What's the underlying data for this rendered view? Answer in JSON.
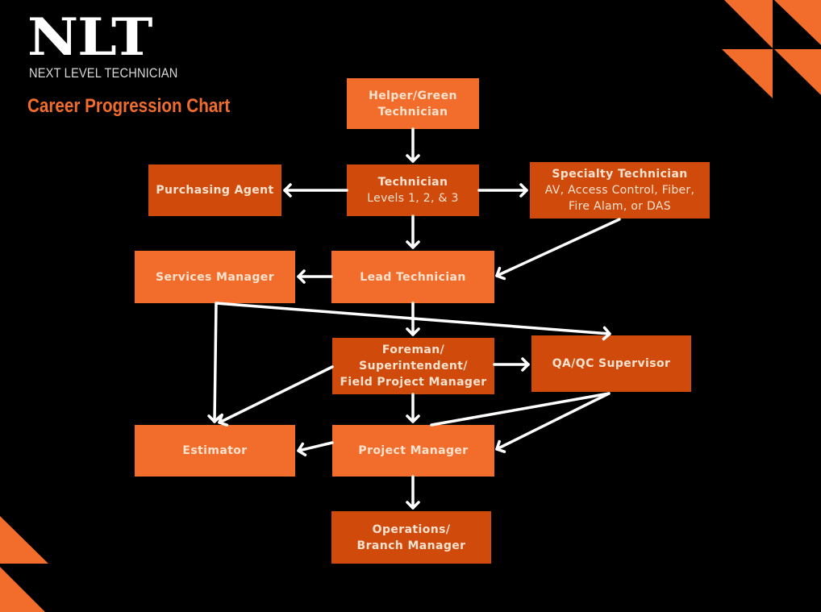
{
  "logo": {
    "main": "NLT",
    "sub": "NEXT LEVEL TECHNICIAN"
  },
  "title": "Career Progression Chart",
  "colors": {
    "background": "#000000",
    "light_orange": "#f26d2b",
    "dark_orange": "#d04a0c",
    "connector": "#ffffff",
    "box_text": "#fbe3cf"
  },
  "nodes": {
    "helper": {
      "lines": [
        "Helper/Green",
        "Technician"
      ]
    },
    "technician": {
      "title": "Technician",
      "subtitle": "Levels 1, 2, & 3"
    },
    "purchasing": {
      "title": "Purchasing Agent"
    },
    "specialty": {
      "title": "Specialty Technician",
      "subtitle_lines": [
        "AV, Access Control, Fiber,",
        "Fire Alam, or DAS"
      ]
    },
    "services": {
      "title": "Services Manager"
    },
    "lead": {
      "title": "Lead Technician"
    },
    "foreman": {
      "lines": [
        "Foreman/",
        "Superintendent/",
        "Field Project Manager"
      ]
    },
    "qaqc": {
      "title": "QA/QC Supervisor"
    },
    "estimator": {
      "title": "Estimator"
    },
    "pm": {
      "title": "Project Manager"
    },
    "ops": {
      "lines": [
        "Operations/",
        "Branch Manager"
      ]
    }
  },
  "edges": [
    {
      "from": "helper",
      "to": "technician",
      "arrow": true
    },
    {
      "from": "technician",
      "to": "purchasing",
      "arrow": true
    },
    {
      "from": "technician",
      "to": "specialty",
      "arrow": true
    },
    {
      "from": "technician",
      "to": "lead",
      "arrow": true
    },
    {
      "from": "specialty",
      "to": "lead",
      "arrow": true
    },
    {
      "from": "lead",
      "to": "services",
      "arrow": true
    },
    {
      "from": "lead",
      "to": "foreman",
      "arrow": true
    },
    {
      "from": "services",
      "to": "qaqc",
      "arrow": true
    },
    {
      "from": "services",
      "to": "estimator",
      "arrow": true
    },
    {
      "from": "foreman",
      "to": "qaqc",
      "arrow": true
    },
    {
      "from": "foreman",
      "to": "estimator",
      "arrow": true
    },
    {
      "from": "foreman",
      "to": "pm",
      "arrow": true
    },
    {
      "from": "qaqc",
      "to": "pm",
      "arrow": false
    },
    {
      "from": "qaqc",
      "to": "pm",
      "arrow": true
    },
    {
      "from": "pm",
      "to": "estimator",
      "arrow": true
    },
    {
      "from": "pm",
      "to": "ops",
      "arrow": true
    }
  ]
}
